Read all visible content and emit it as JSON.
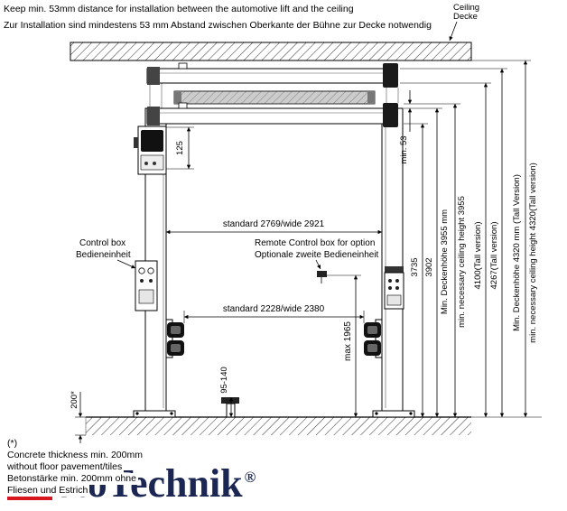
{
  "header": {
    "note_en": "Keep min. 53mm distance for installation between the automotive lift and the ceiling",
    "note_de": "Zur Installation sind mindestens 53 mm Abstand zwischen Oberkante der Bühne zur Decke notwendig"
  },
  "diagram": {
    "ceiling_label": {
      "en": "Ceiling",
      "de": "Decke"
    },
    "control_box_label": {
      "en": "Control box",
      "de": "Bedieneinheit"
    },
    "remote_label": {
      "en": "Remote Control box for option",
      "de": "Optionale zweite Bedieneinheit"
    },
    "dims": {
      "min53": "min. 53",
      "d125": "125",
      "width_top": "standard 2769/wide 2921",
      "width_bottom": "standard 2228/wide 2380",
      "h3735": "3735",
      "h3902": "3902",
      "ceil3955_de": "Min. Deckenhöhe 3955 mm",
      "ceil3955_en": "min. necessary ceiling height 3955",
      "h4100": "4100(Tall version)",
      "h4267": "4267(Tall version)",
      "ceil4320_de": "Min. Deckenhöhe 4320 mm (Tall Version)",
      "ceil4320_en": "min. necessary ceiling height 4320(Tall version)",
      "max1965": "max 1965",
      "pad_height": "95-140",
      "floor_thickness": "200*"
    }
  },
  "footnote": {
    "marker": "(*)",
    "line1": "Concrete thickness min. 200mm",
    "line2": "without floor pavement/tiles",
    "line3": "Betonstärke min. 200mm ohne",
    "line4": "Fliesen und Estrich"
  },
  "logo": {
    "initial": "M",
    "name": "otoTechnik",
    "registered": "®",
    "red": "#d8161f",
    "navy": "#1b2653"
  }
}
